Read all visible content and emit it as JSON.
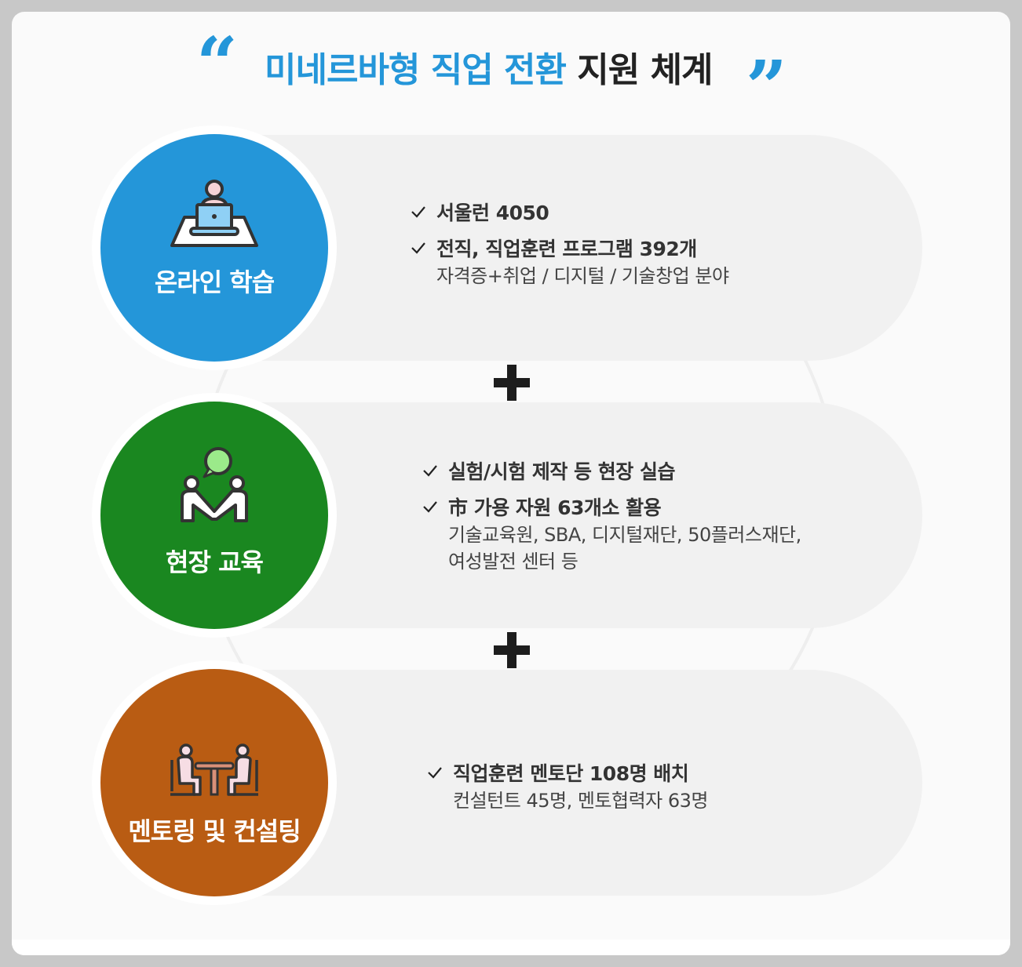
{
  "title": {
    "open_quote": "“",
    "close_quote": "”",
    "highlight": "미네르바형 직업 전환",
    "rest": " 지원 체계",
    "accent_color": "#2496d9"
  },
  "sections": [
    {
      "label": "온라인 학습",
      "icon": "person-laptop-icon",
      "color": "#2496d9",
      "items": [
        {
          "main": "서울런 4050",
          "sub": []
        },
        {
          "main": "전직, 직업훈련 프로그램 392개",
          "sub": [
            "자격증+취업 / 디지털 / 기술창업 분야"
          ]
        }
      ]
    },
    {
      "label": "현장 교육",
      "icon": "handshake-speech-icon",
      "color": "#1a8720",
      "items": [
        {
          "main": "실험/시험 제작 등 현장 실습",
          "sub": []
        },
        {
          "main": "市 가용 자원 63개소 활용",
          "sub": [
            "기술교육원, SBA, 디지털재단, 50플러스재단,",
            "여성발전 센터 등"
          ]
        }
      ]
    },
    {
      "label": "멘토링 및 컨설팅",
      "icon": "meeting-table-icon",
      "color": "#b95c13",
      "items": [
        {
          "main": "직업훈련 멘토단 108명 배치",
          "sub": [
            "컨설턴트 45명, 멘토협력자 63명"
          ]
        }
      ]
    }
  ],
  "connectors": [
    "plus-icon",
    "plus-icon"
  ]
}
